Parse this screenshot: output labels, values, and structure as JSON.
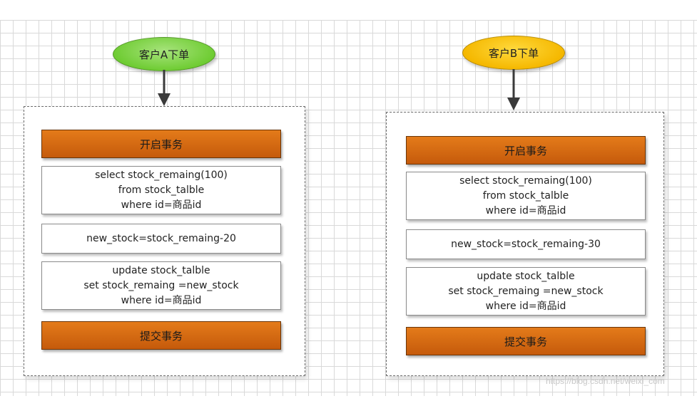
{
  "flows": [
    {
      "title": "客户A下单",
      "start_color": "#6fcc33",
      "begin": "开启事务",
      "select": [
        "select stock_remaing(100)",
        "from stock_talble",
        "where id=商品id"
      ],
      "compute": "new_stock=stock_remaing-20",
      "update": [
        "update stock_talble",
        "set stock_remaing =new_stock",
        "where id=商品id"
      ],
      "commit": "提交事务"
    },
    {
      "title": "客户B下单",
      "start_color": "#f5b800",
      "begin": "开启事务",
      "select": [
        "select stock_remaing(100)",
        "from stock_talble",
        "where id=商品id"
      ],
      "compute": "new_stock=stock_remaing-30",
      "update": [
        "update stock_talble",
        "set stock_remaing =new_stock",
        "where id=商品id"
      ],
      "commit": "提交事务"
    }
  ],
  "colors": {
    "transaction_fill": "#d86a10",
    "grid_line": "#d9d9d9"
  },
  "watermark": "https://blog.csdn.net/weixi_com"
}
